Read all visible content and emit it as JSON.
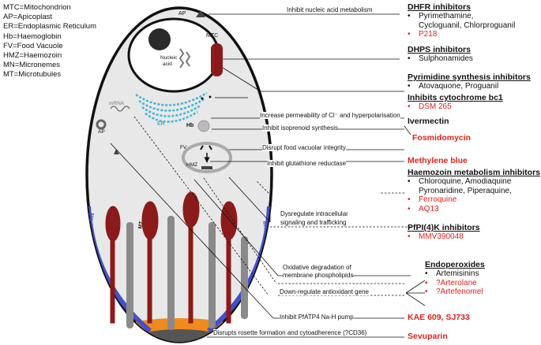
{
  "legend": [
    "MTC=Mitochondrion",
    "AP=Apicoplast",
    "ER=Endoplasmic Reticulum",
    "Hb=Haemoglobin",
    "FV=Food Vacuole",
    "HMZ=Haemozoin",
    "MN=Micronemes",
    "MT=Microtubules"
  ],
  "organelle_labels": {
    "ap_top": "AP",
    "mtc": "MTC",
    "nucleic_acid_1": "Nucleic",
    "nucleic_acid_2": "acid",
    "mrna": "mRNA",
    "er": "ER",
    "ap_left": "AP",
    "hb": "Hb",
    "fv": "FV",
    "hmz": "HMZ",
    "mn_left": "MN",
    "mn_right": "MN",
    "mt": "MT"
  },
  "mechanisms": [
    "Inhibit nucleic acid metabolism",
    "Increase permeability of Cl⁻ and hyperpolarisation",
    "Inhibit isoprenoid synthesis",
    "Disrupt food vacuolar integrity",
    "Inhibit glutathione reductase",
    "Dysregulate intracellular",
    "signaling and trafficking",
    "Oxidative degradation of",
    "membrane phospholipids",
    "Down-regulate antioxidant gene",
    "Inhibit PfATP4 Na-H pump",
    "Disrupts rosette formation and cytoadherence (?CD36)"
  ],
  "drug_groups": {
    "dhfr": {
      "heading": "DHFR inhibitors",
      "items": [
        "Pyrimethamine,",
        "Cycloguanil, Chlorproguanil"
      ],
      "red_items": [
        "P218"
      ]
    },
    "dhps": {
      "heading": "DHPS inhibitors",
      "items": [
        "Sulphonamides"
      ]
    },
    "pyrimidine": {
      "heading": "Pyrimidine synthesis inhibitors",
      "items": [
        "Atovaquone, Proguanil"
      ]
    },
    "cytb": {
      "heading": "Inhibits cytochrome bc1",
      "red_items": [
        "DSM 265"
      ]
    },
    "ivermectin": "Ivermectin",
    "fosmidomycin": "Fosmidomycin",
    "methylene_blue": "Methylene blue",
    "haemozoin": {
      "heading": "Haemozoin metabolism inhibitors",
      "items": [
        "Chloroquine, Amodiaquine",
        "Pyronaridine, Piperaquine,"
      ],
      "red_items": [
        "Ferroquine",
        "AQ13"
      ]
    },
    "pfpi4k": {
      "heading": "PfPI(4)K inhibitors",
      "red_items": [
        "MMV390048"
      ]
    },
    "endoperoxides": {
      "heading": "Endoperoxides",
      "items": [
        "Artemisinins"
      ],
      "red_items": [
        "?Arterolane",
        "?Artefenomel"
      ]
    },
    "kae": "KAE 609, SJ733",
    "sevuparin": "Sevuparin"
  },
  "bullet_char": "•",
  "colors": {
    "ellipse_fill": "#e8e8e8",
    "microneme": "#8b1a1a",
    "microtubule": "#8a8a8a",
    "er": "#3fb6d6",
    "mn_edge": "#4450c8",
    "base_orange": "#f08a1e",
    "red_text": "#e0201a"
  }
}
